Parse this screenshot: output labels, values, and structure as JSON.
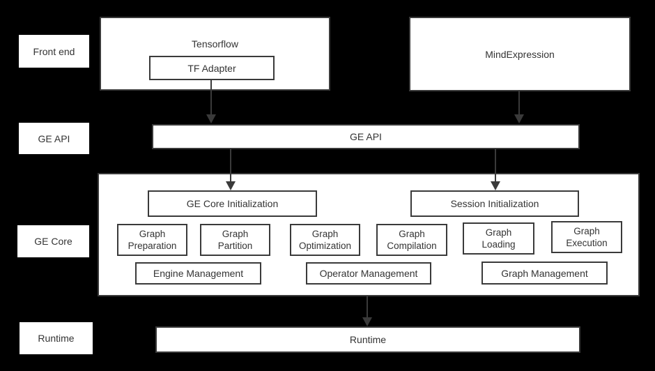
{
  "colors": {
    "background": "#000000",
    "box_fill": "#ffffff",
    "border": "#3a3a3a",
    "text": "#333333",
    "arrow": "#3a3a3a"
  },
  "side_labels": {
    "front_end": "Front end",
    "ge_api": "GE API",
    "ge_core": "GE Core",
    "runtime": "Runtime"
  },
  "front_end": {
    "tensorflow_title": "Tensorflow",
    "tf_adapter": "TF Adapter",
    "mindexpression": "MindExpression"
  },
  "ge_api": {
    "label": "GE API"
  },
  "ge_core": {
    "ge_core_initialization": "GE Core Initialization",
    "session_initialization": "Session Initialization",
    "modules": [
      "Graph Preparation",
      "Graph Partition",
      "Graph Optimization",
      "Graph Compilation",
      "Graph Loading",
      "Graph Execution"
    ],
    "management": [
      "Engine Management",
      "Operator Management",
      "Graph Management"
    ]
  },
  "runtime": {
    "label": "Runtime"
  }
}
